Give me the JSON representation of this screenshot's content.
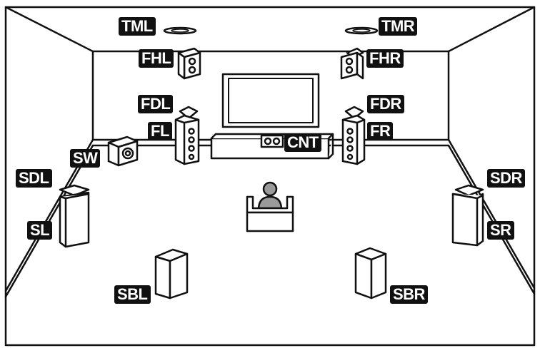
{
  "labels": {
    "tml": "TML",
    "tmr": "TMR",
    "fhl": "FHL",
    "fhr": "FHR",
    "fdl": "FDL",
    "fdr": "FDR",
    "fl": "FL",
    "fr": "FR",
    "cnt": "CNT",
    "sw": "SW",
    "sdl": "SDL",
    "sdr": "SDR",
    "sl": "SL",
    "sr": "SR",
    "sbl": "SBL",
    "sbr": "SBR"
  },
  "colors": {
    "line": "#111111",
    "label_bg": "#111111",
    "label_text": "#ffffff",
    "fill": "#ffffff",
    "person": "#9a9a9a"
  }
}
